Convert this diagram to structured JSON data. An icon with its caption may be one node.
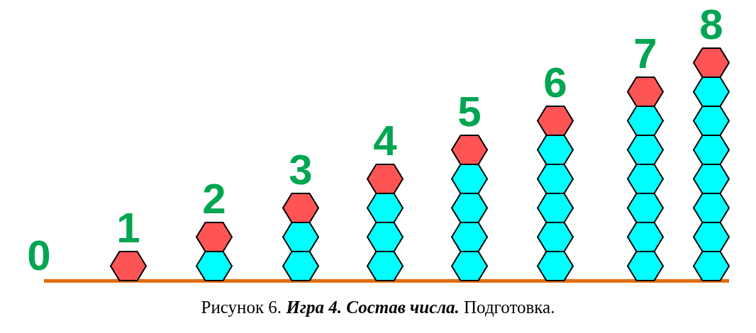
{
  "diagram": {
    "caption": "Рисунок 6. **Игра 4. Состав числа.** Подготовка.",
    "labels": [
      "0",
      "1",
      "2",
      "3",
      "4",
      "5",
      "6",
      "7",
      "8"
    ]
  }
}
